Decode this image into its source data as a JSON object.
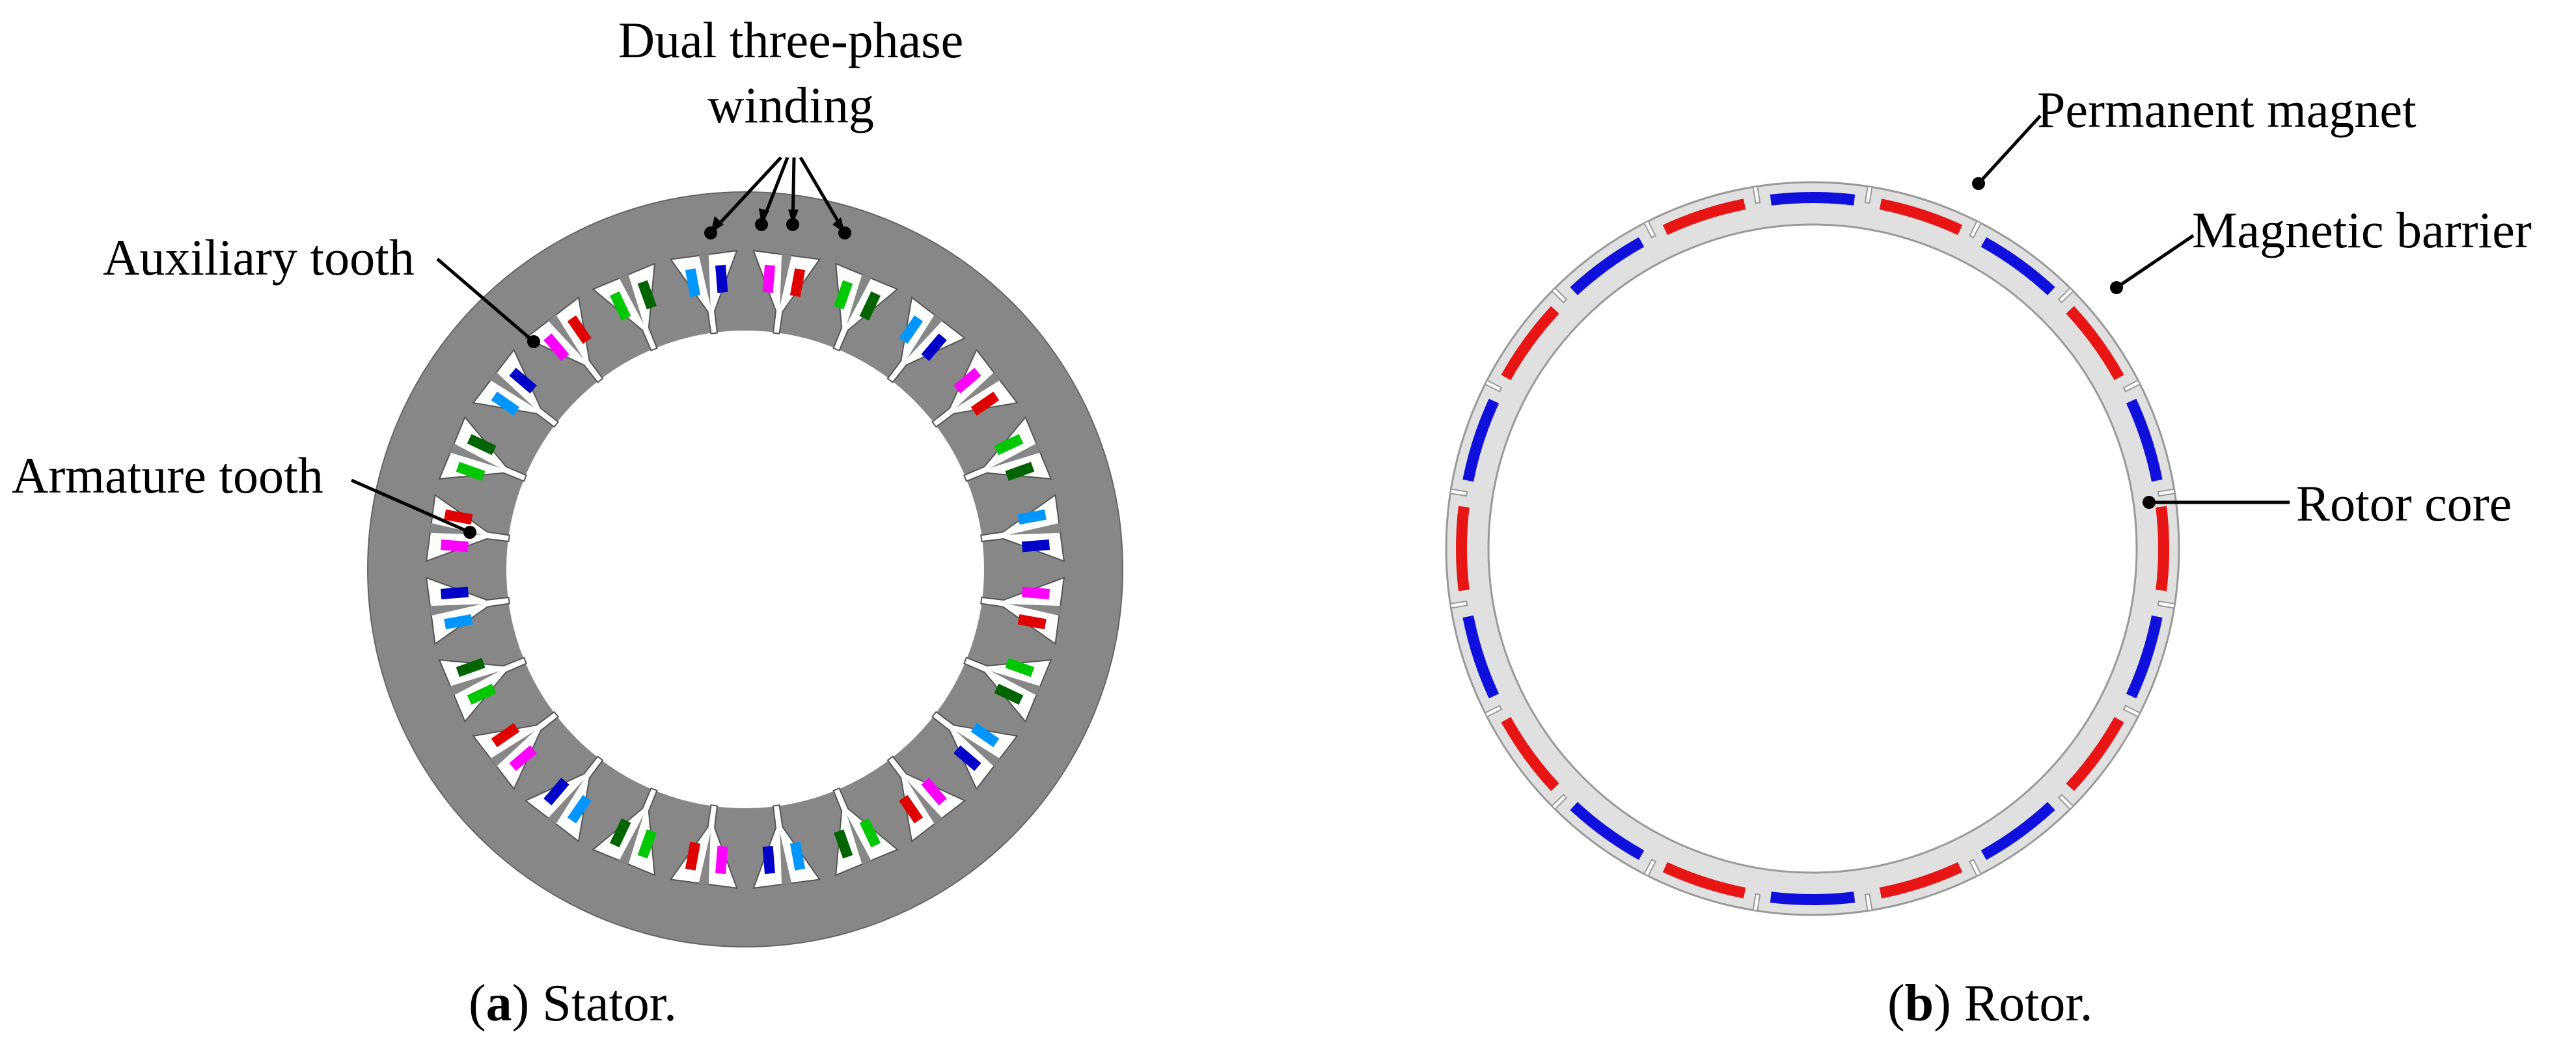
{
  "stator": {
    "slots": 24,
    "callouts": {
      "winding_line1": "Dual three-phase",
      "winding_line2": "winding",
      "auxiliary_tooth": "Auxiliary tooth",
      "armature_tooth": "Armature tooth"
    },
    "caption": {
      "letter": "a",
      "text": ") Stator."
    },
    "colors": {
      "core": "#878787",
      "phases": [
        "#ff00ff",
        "#e00000",
        "#00c800",
        "#006400",
        "#0096ff",
        "#0000c8"
      ]
    }
  },
  "rotor": {
    "poles": 20,
    "callouts": {
      "permanent_magnet": "Permanent magnet",
      "magnetic_barrier": "Magnetic barrier",
      "rotor_core": "Rotor core"
    },
    "caption": {
      "letter": "b",
      "text": ") Rotor."
    },
    "colors": {
      "core": "#e0e0e0",
      "north": "#e81515",
      "south": "#1010dd"
    }
  }
}
